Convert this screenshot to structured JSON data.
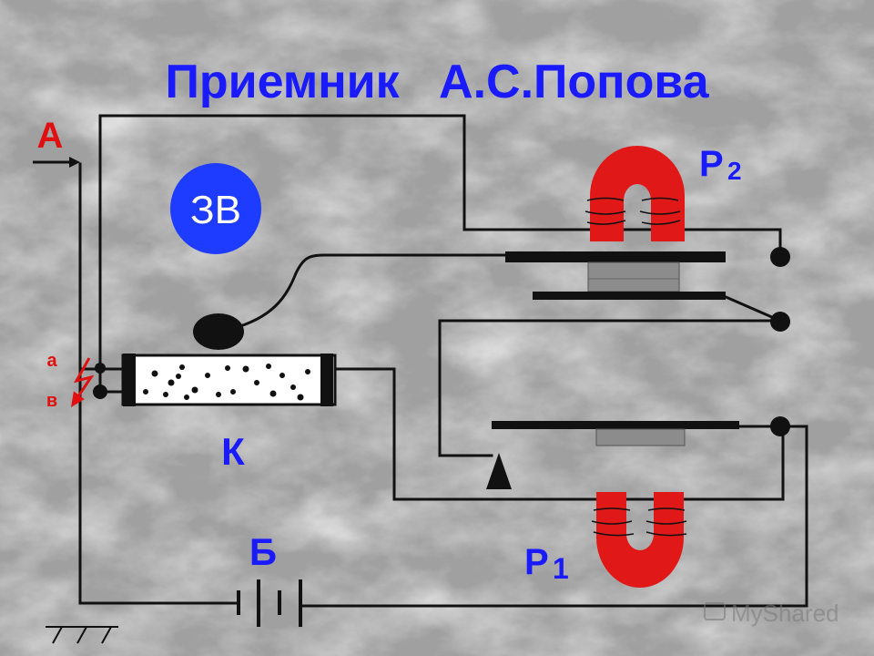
{
  "title": "Приемник   А.С.Попова",
  "labels": {
    "antenna": "А",
    "bell": "ЗВ",
    "coherer": "К",
    "battery": "Б",
    "relay1": "P",
    "relay1_sub": "1",
    "relay2": "P",
    "relay2_sub": "2",
    "contact_a": "а",
    "contact_b": "в"
  },
  "watermark": "MyShared",
  "colors": {
    "title": "#1a1aff",
    "bell": "#1e3cff",
    "magnet": "#e01818",
    "label_red": "#e01010",
    "wire": "#111111",
    "core": "#8c8c8c"
  }
}
